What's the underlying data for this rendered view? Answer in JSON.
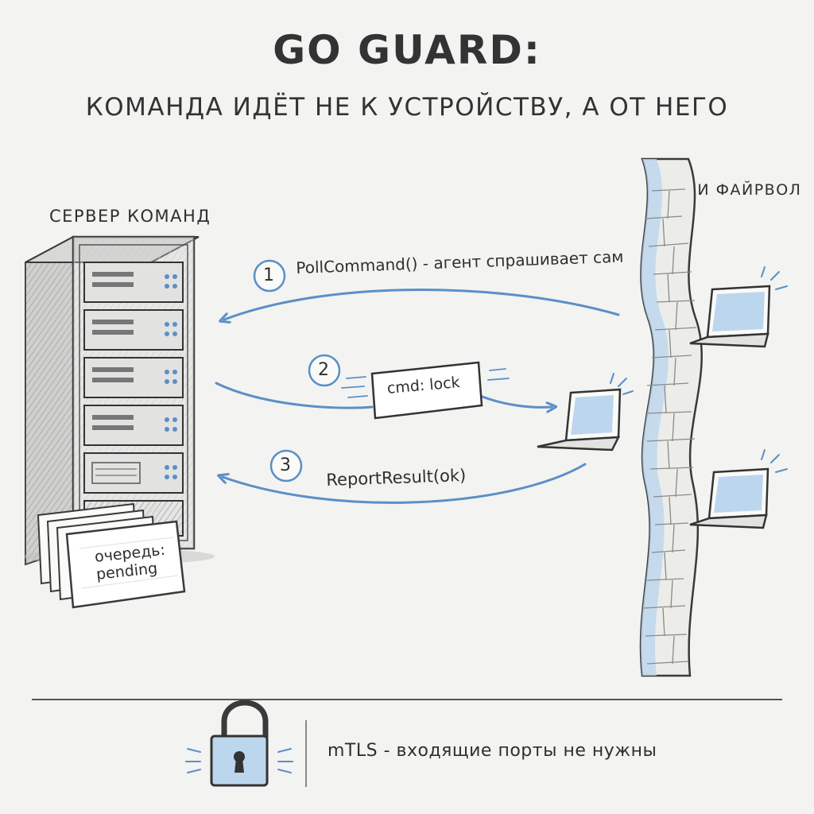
{
  "header": {
    "title": "GO GUARD:",
    "subtitle": "КОМАНДА ИДЁТ НЕ К УСТРОЙСТВУ, А ОТ НЕГО"
  },
  "server": {
    "label": "СЕРВЕР КОМАНД",
    "queue_label_line1": "очередь:",
    "queue_label_line2": "pending"
  },
  "firewall": {
    "label": "NAT И ФАЙРВОЛ"
  },
  "steps": [
    {
      "number": "1",
      "label": "PollCommand() - агент спрашивает сам"
    },
    {
      "number": "2",
      "label": "cmd: lock"
    },
    {
      "number": "3",
      "label": "ReportResult(ok)"
    }
  ],
  "footer": {
    "note": "mTLS - входящие порты не нужны"
  },
  "colors": {
    "ink": "#2f2f2f",
    "accent_blue": "#5b8fc7",
    "light_blue": "#bcd6ee",
    "paper": "#f3f3f1"
  },
  "icons": [
    "server-rack-icon",
    "laptop-icon",
    "padlock-icon",
    "brick-wall-icon",
    "queue-cards-icon"
  ]
}
